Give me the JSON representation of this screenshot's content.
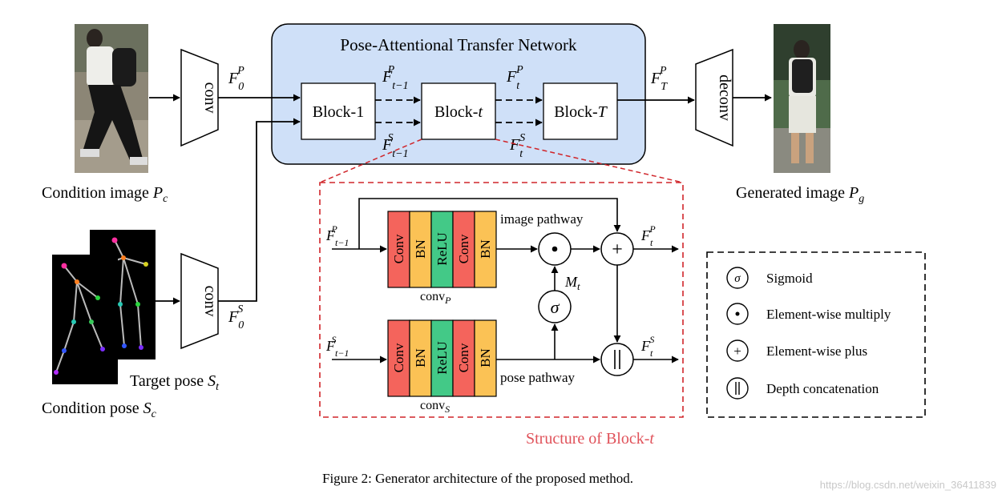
{
  "network_title": "Pose-Attentional Transfer Network",
  "blocks": {
    "block1": "Block-1",
    "blockt": "Block-t",
    "blockT": "Block-T"
  },
  "encoders": {
    "conv_image": "conv",
    "conv_pose": "conv",
    "deconv": "deconv"
  },
  "features": {
    "f0p": "F_0^P",
    "f0s": "F_0^S",
    "ft1p": "F_{t-1}^P",
    "ft1s": "F_{t-1}^S",
    "ftp": "F_t^P",
    "fts": "F_t^S",
    "fTp": "F_T^P"
  },
  "captions": {
    "condition_image": "Condition image",
    "condition_image_symbol": "P_c",
    "generated_image": "Generated image",
    "generated_image_symbol": "P_g",
    "target_pose": "Target pose",
    "target_pose_symbol": "S_t",
    "condition_pose": "Condition pose",
    "condition_pose_symbol": "S_c"
  },
  "block_structure": {
    "title": "Structure of Block-t",
    "layers": [
      "Conv",
      "BN",
      "ReLU",
      "Conv",
      "BN"
    ],
    "image_pathway": "image pathway",
    "pose_pathway": "pose pathway",
    "conv_p": "conv_P",
    "conv_s": "conv_S",
    "mask": "M_t",
    "sigma": "σ",
    "dot": "•",
    "plus": "+",
    "concat": "‖"
  },
  "legend": [
    {
      "symbol": "σ",
      "label": "Sigmoid"
    },
    {
      "symbol": "•",
      "label": "Element-wise multiply"
    },
    {
      "symbol": "+",
      "label": "Element-wise plus"
    },
    {
      "symbol": "‖",
      "label": "Depth concatenation"
    }
  ],
  "figure_caption": "Figure 2: Generator architecture of the proposed method.",
  "watermark": "https://blog.csdn.net/weixin_36411839",
  "colors": {
    "network_bg": "#cfe0f8",
    "conv_layer": "#f4645c",
    "bn_layer": "#fbc255",
    "relu_layer": "#43c987",
    "dashed_red": "#d0252a",
    "structure_title": "#e0525a"
  }
}
